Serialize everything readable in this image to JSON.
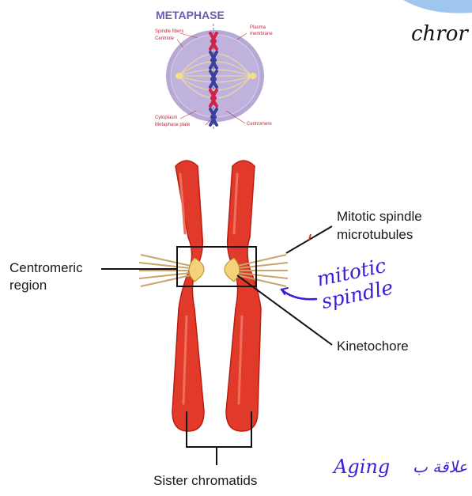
{
  "metaphase": {
    "title": "METAPHASE",
    "labels": {
      "spindle_fibers": "Spindle fibers",
      "centriole": "Centriole",
      "plasma_membrane_1": "Plasma",
      "plasma_membrane_2": "membrane",
      "cytoplasm": "Cytoplasm",
      "metaphase_plate": "Metaphase plate",
      "centromere": "Centromere"
    }
  },
  "chromosome": {
    "labels": {
      "mitotic_spindle_line1": "Mitotic spindle",
      "mitotic_spindle_line2": "microtubules",
      "centromeric_line1": "Centromeric",
      "centromeric_line2": "region",
      "kinetochore": "Kinetochore",
      "sister_chromatids": "Sister chromatids"
    }
  },
  "handwritten": {
    "top_right": "chror",
    "mitotic_spindle": "mitotic spindle",
    "aging": "Aging",
    "arabic": "علاقة ب"
  },
  "colors": {
    "title": "#6b5bb5",
    "cell": "#b7a9d6",
    "chromatid": "#e23a2a",
    "centromere_ball": "#f5d27a",
    "ink": "#3a1fd6",
    "label_red": "#c0283a"
  }
}
